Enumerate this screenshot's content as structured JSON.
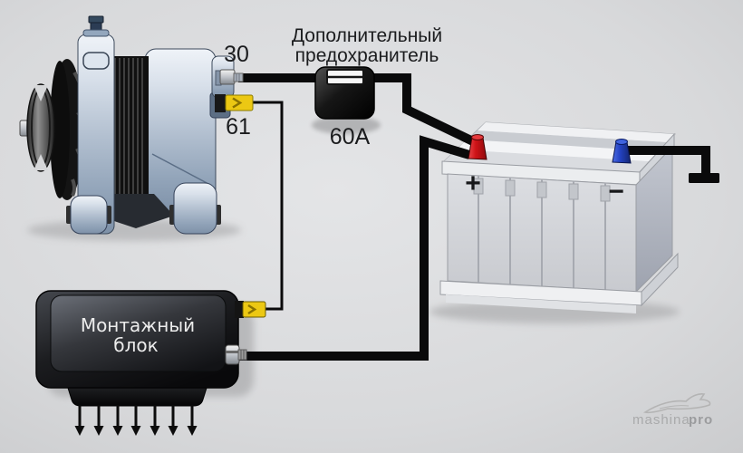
{
  "diagram": {
    "title_note": {
      "line1": "Дополнительный",
      "line2": "предохранитель"
    },
    "fuse": {
      "rating": "60A"
    },
    "alternator": {
      "terminal_top_label": "30",
      "terminal_bottom_label": "61"
    },
    "battery": {
      "positive_sign": "+",
      "negative_sign": "−"
    },
    "mounting_block": {
      "label_line1": "Монтажный",
      "label_line2": "блок"
    },
    "watermark": {
      "name": "mashina",
      "suffix": "pro"
    },
    "colors": {
      "background": "#d8d9db",
      "wire": "#0a0a0b",
      "connector_yellow": "#ecc813",
      "terminal_positive": "#cf1317",
      "terminal_negative": "#2443c4",
      "fuse_body": "#111111",
      "mounting_block_body": "#1c1d20"
    }
  }
}
